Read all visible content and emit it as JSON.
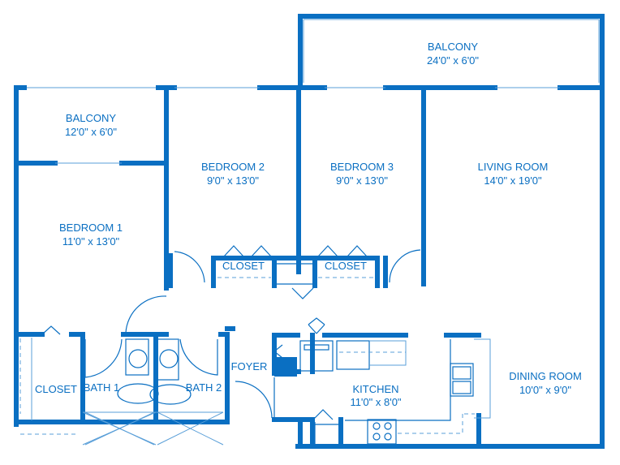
{
  "colors": {
    "wall": "#0a6fc2"
  },
  "rooms": {
    "balcony_large": {
      "name": "BALCONY",
      "size": "24'0\" x 6'0\""
    },
    "balcony_small": {
      "name": "BALCONY",
      "size": "12'0\" x 6'0\""
    },
    "bedroom1": {
      "name": "BEDROOM 1",
      "size": "11'0\" x 13'0\""
    },
    "bedroom2": {
      "name": "BEDROOM 2",
      "size": "9'0\" x 13'0\""
    },
    "bedroom3": {
      "name": "BEDROOM 3",
      "size": "9'0\" x 13'0\""
    },
    "living": {
      "name": "LIVING ROOM",
      "size": "14'0\" x 19'0\""
    },
    "closet_b2": {
      "name": "CLOSET"
    },
    "closet_b3": {
      "name": "CLOSET"
    },
    "closet_hall": {
      "name": "CLOSET"
    },
    "bath1": {
      "name": "BATH 1"
    },
    "bath2": {
      "name": "BATH 2"
    },
    "foyer": {
      "name": "FOYER"
    },
    "kitchen": {
      "name": "KITCHEN",
      "size": "11'0\" x 8'0\""
    },
    "dining": {
      "name": "DINING ROOM",
      "size": "10'0\" x 9'0\""
    }
  }
}
